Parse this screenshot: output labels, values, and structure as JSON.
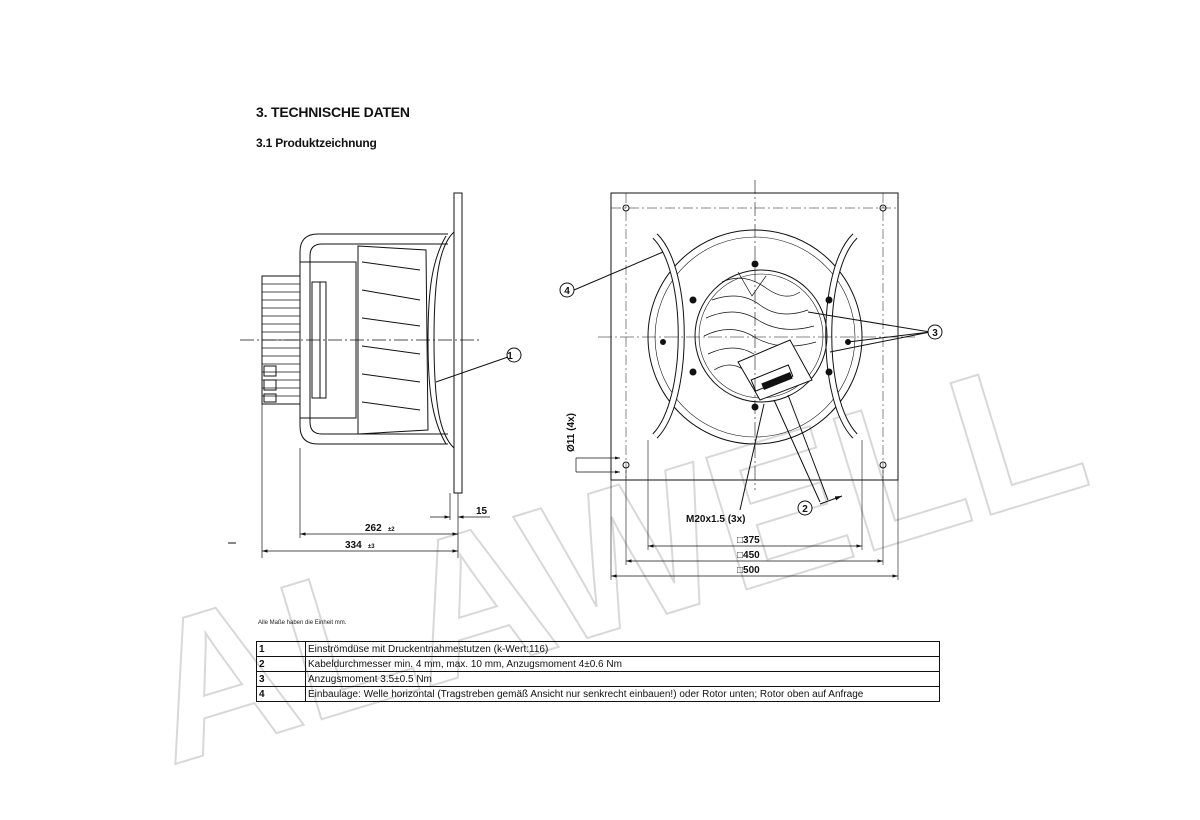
{
  "heading": "3. TECHNISCHE DATEN",
  "subheading": "3.1 Produktzeichnung",
  "units_note": "Alle Maße haben die Einheit mm.",
  "watermark": "ALAWELL",
  "dimensions": {
    "d262": "262",
    "tol262": "±2",
    "d334": "334",
    "tol334": "±3",
    "d15": "15",
    "d11": "Ø11 (4x)",
    "m20": "M20x1.5 (3x)",
    "d375": "□375",
    "d450": "□450",
    "d500": "□500"
  },
  "callouts": [
    "1",
    "2",
    "3",
    "4"
  ],
  "legend": [
    {
      "num": "1",
      "text": "Einströmdüse mit Druckentnahmestutzen (k-Wert:116)"
    },
    {
      "num": "2",
      "text": "Kabeldurchmesser min. 4 mm, max. 10 mm, Anzugsmoment 4±0.6 Nm"
    },
    {
      "num": "3",
      "text": "Anzugsmoment 3.5±0.5 Nm"
    },
    {
      "num": "4",
      "text": "Einbaulage: Welle horizontal (Tragstreben gemäß Ansicht nur senkrecht einbauen!) oder Rotor unten; Rotor oben auf Anfrage"
    }
  ]
}
